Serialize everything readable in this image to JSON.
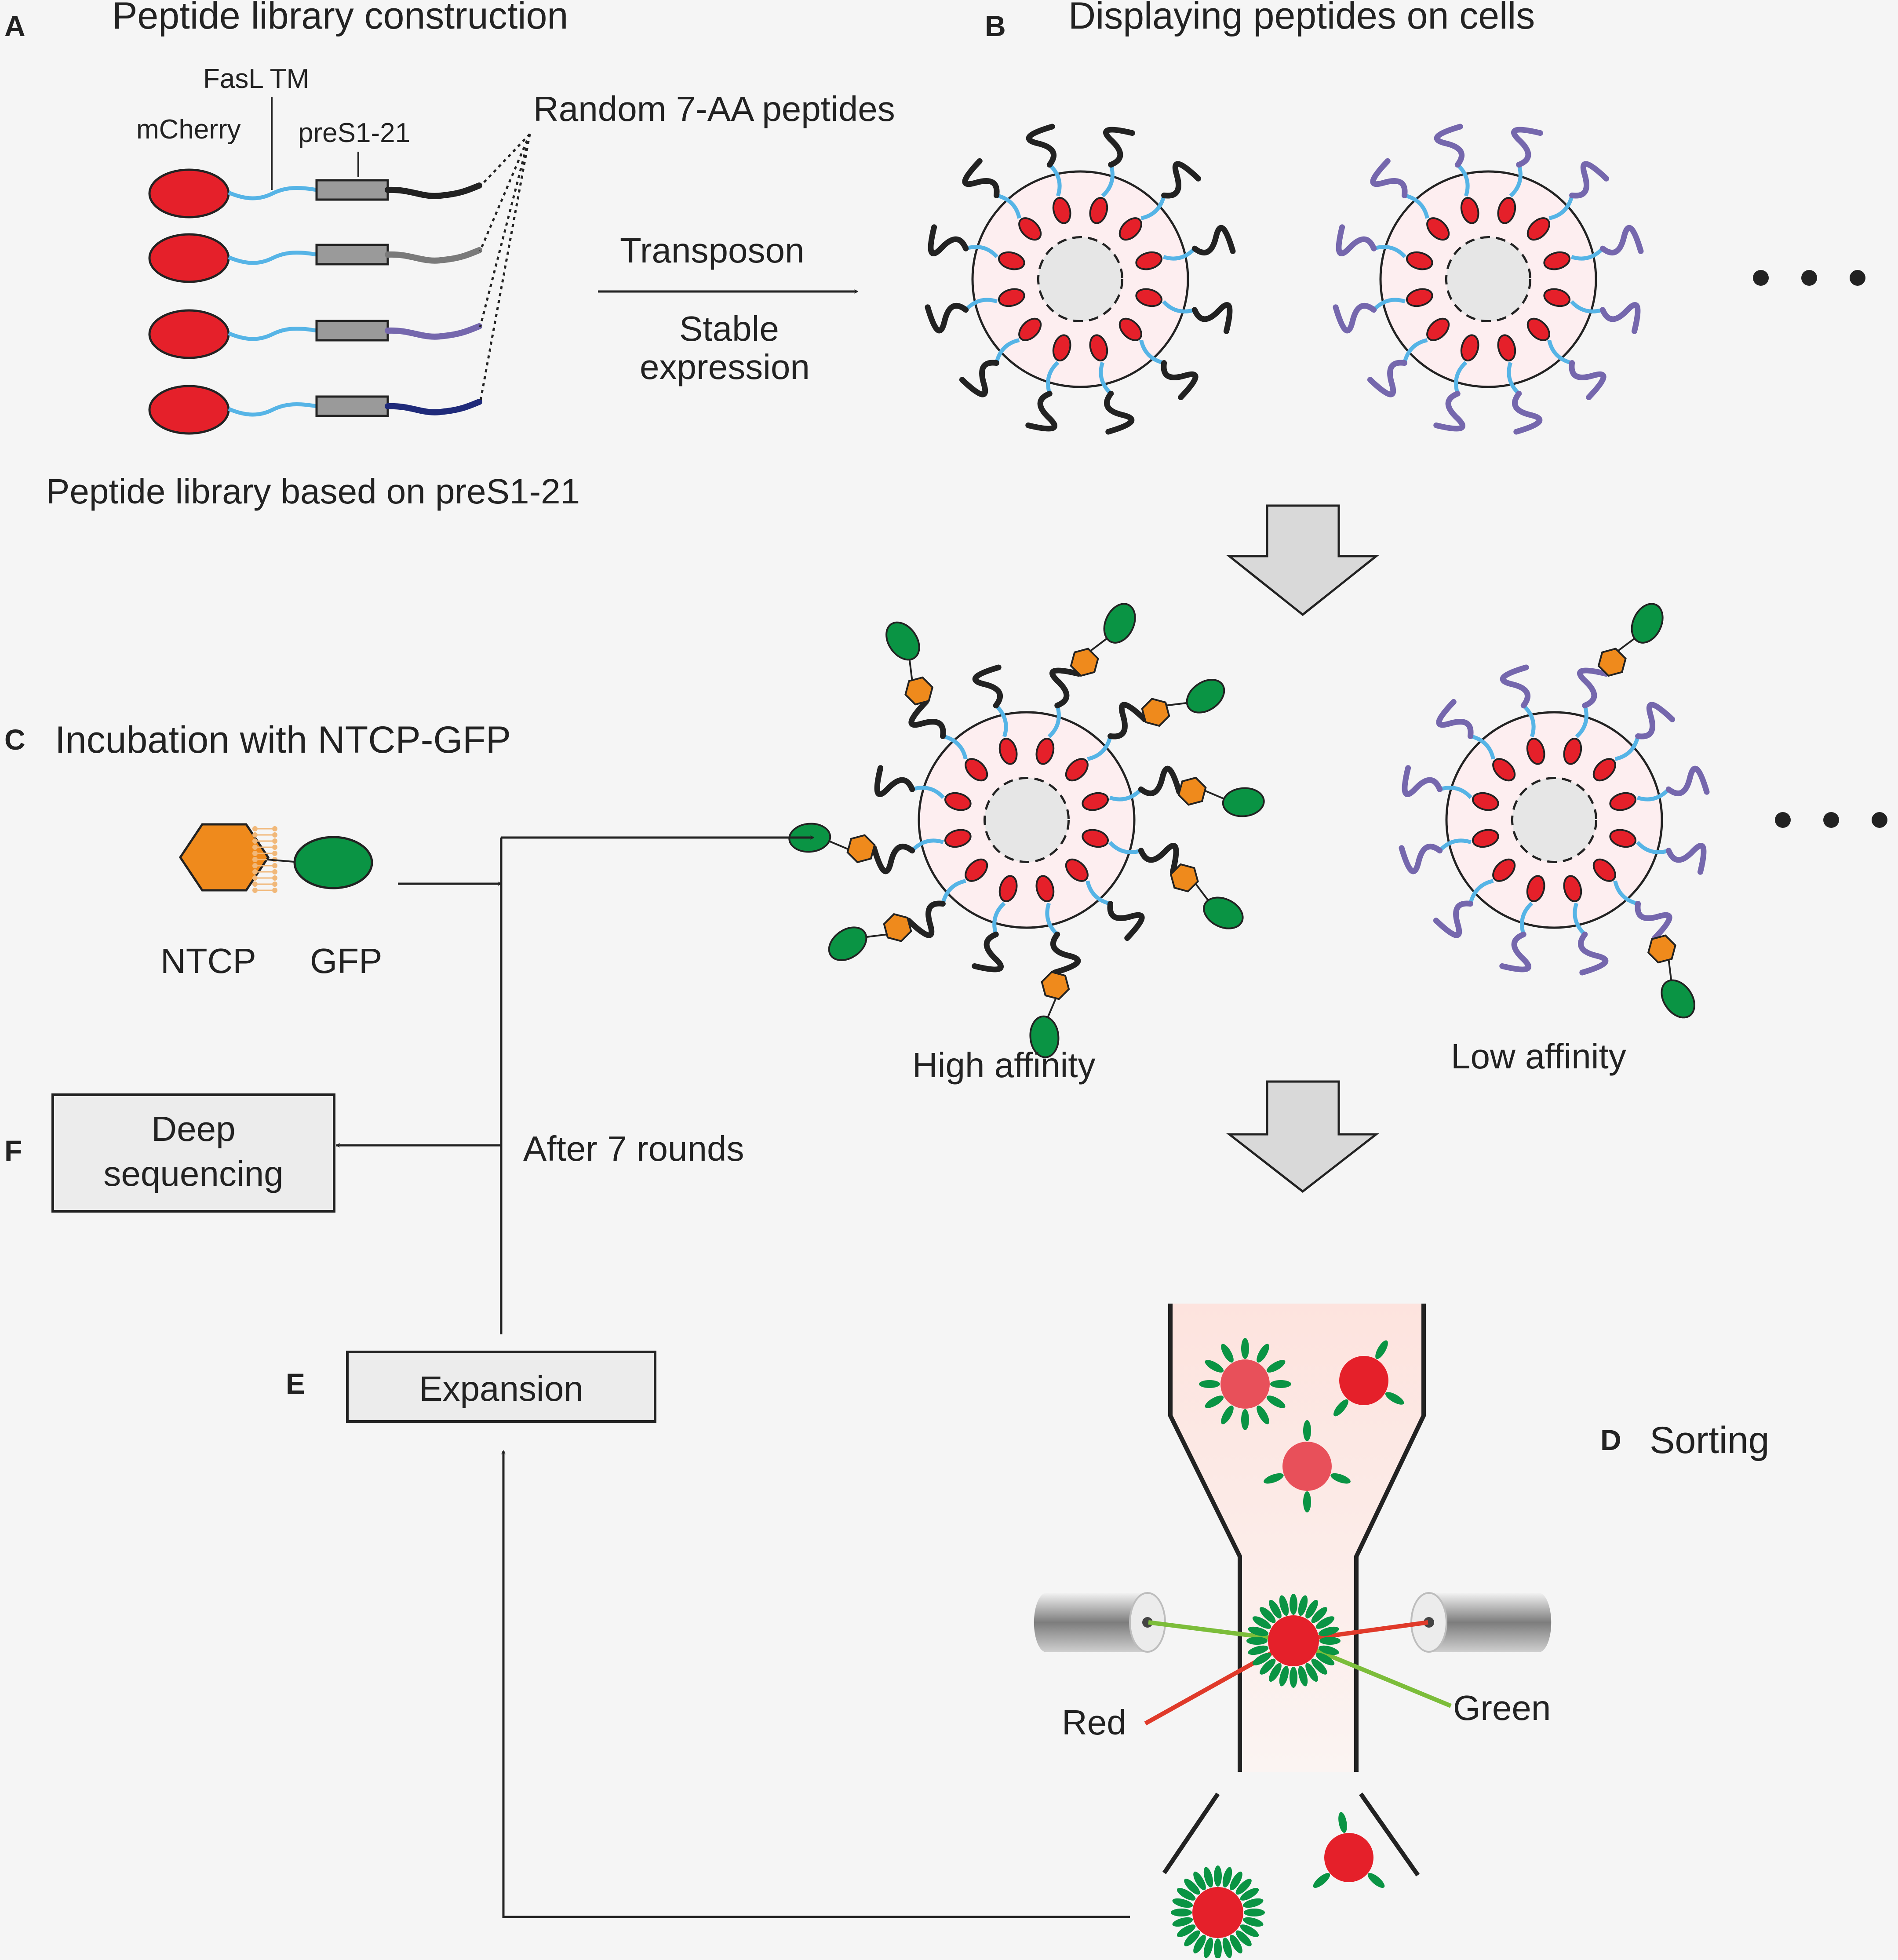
{
  "labels": {
    "A": "A",
    "B": "B",
    "C": "C",
    "D": "D",
    "E": "E",
    "F": "F"
  },
  "panelA": {
    "title": "Peptide library construction",
    "fasl": "FasL TM",
    "mcherry": "mCherry",
    "pres1": "preS1-21",
    "random": "Random 7-AA peptides",
    "caption": "Peptide library based on preS1-21"
  },
  "arrowAB": {
    "top": "Transposon",
    "bottom1": "Stable",
    "bottom2": "expression"
  },
  "panelB": {
    "title": "Displaying peptides on cells"
  },
  "panelC": {
    "title": "Incubation with NTCP-GFP",
    "ntcp": "NTCP",
    "gfp": "GFP",
    "high": "High affinity",
    "low": "Low affinity"
  },
  "panelF": {
    "line1": "Deep",
    "line2": "sequencing",
    "rounds": "After 7 rounds"
  },
  "panelE": {
    "label": "Expansion"
  },
  "panelD": {
    "title": "Sorting",
    "red": "Red",
    "green": "Green"
  },
  "colors": {
    "mcherry": "#e5202a",
    "linker": "#56b4e6",
    "peptideBlack": "#222222",
    "peptideGray": "#7a7a7a",
    "peptidePurple": "#7567ad",
    "peptideNavy": "#1f2a7a",
    "ntcp": "#ef8a1c",
    "gfp": "#0a9444",
    "laserRed": "#e03a2a",
    "laserGreen": "#7cbd3a"
  }
}
